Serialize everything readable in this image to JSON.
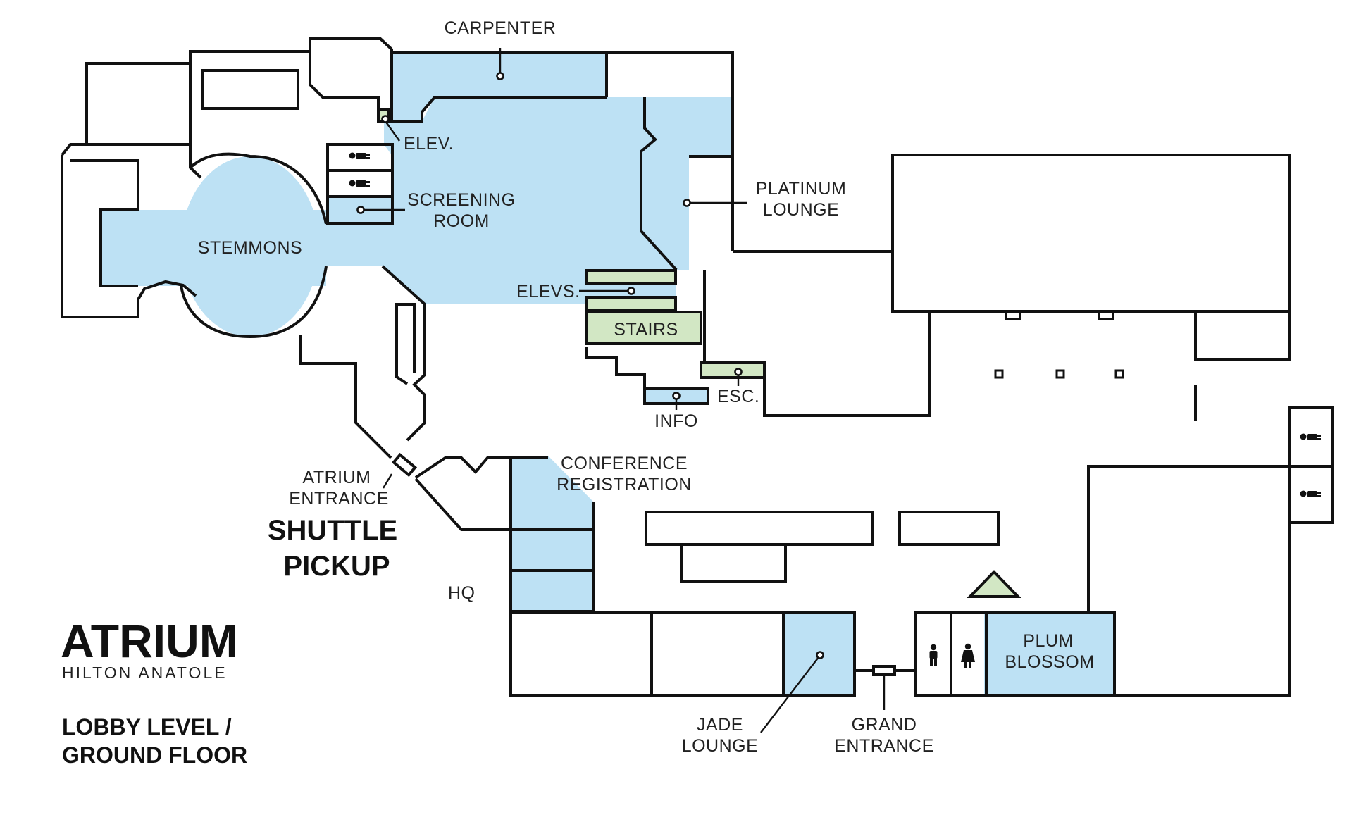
{
  "map_title": "ATRIUM",
  "map_subtitle": "HILTON ANATOLE",
  "level": {
    "line1": "LOBBY LEVEL /",
    "line2": "GROUND FLOOR"
  },
  "shuttle": {
    "line1": "SHUTTLE",
    "line2": "PICKUP"
  },
  "labels": {
    "carpenter": "CARPENTER",
    "elev": "ELEV.",
    "screening_1": "SCREENING",
    "screening_2": "ROOM",
    "stemmons": "STEMMONS",
    "platinum_1": "PLATINUM",
    "platinum_2": "LOUNGE",
    "elevs": "ELEVS.",
    "stairs": "STAIRS",
    "esc": "ESC.",
    "info": "INFO",
    "atrium_entrance_1": "ATRIUM",
    "atrium_entrance_2": "ENTRANCE",
    "conference_1": "CONFERENCE",
    "conference_2": "REGISTRATION",
    "hq": "HQ",
    "plum_1": "PLUM",
    "plum_2": "BLOSSOM",
    "jade_1": "JADE",
    "jade_2": "LOUNGE",
    "grand_1": "GRAND",
    "grand_2": "ENTRANCE"
  },
  "icons": [
    "restroom-icon",
    "mens-restroom-icon",
    "womens-restroom-icon",
    "triangle-marker-icon"
  ],
  "colors": {
    "meeting_room": "#bde1f4",
    "circulation": "#d2e7c4",
    "walls": "#111111"
  }
}
